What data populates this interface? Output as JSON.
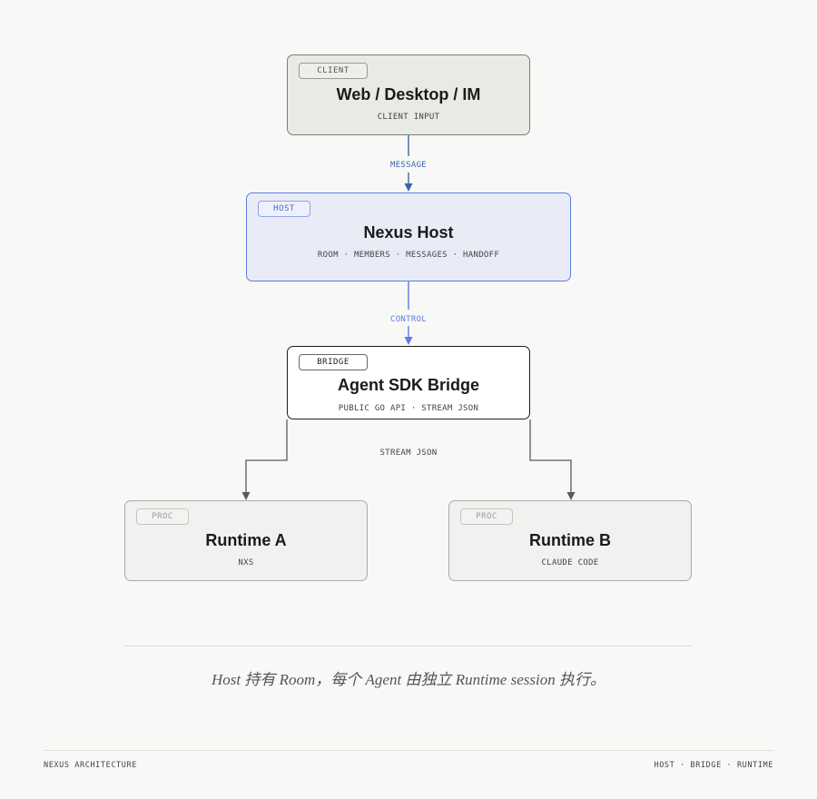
{
  "nodes": {
    "client": {
      "tag": "CLIENT",
      "title": "Web / Desktop / IM",
      "sub": "CLIENT INPUT"
    },
    "host": {
      "tag": "HOST",
      "title": "Nexus Host",
      "sub": "ROOM · MEMBERS · MESSAGES · HANDOFF"
    },
    "bridge": {
      "tag": "BRIDGE",
      "title": "Agent SDK Bridge",
      "sub": "PUBLIC GO API · STREAM JSON"
    },
    "runtime_a": {
      "tag": "PROC",
      "title": "Runtime A",
      "sub": "NXS"
    },
    "runtime_b": {
      "tag": "PROC",
      "title": "Runtime B",
      "sub": "CLAUDE CODE"
    }
  },
  "edges": {
    "message": "MESSAGE",
    "control": "CONTROL",
    "stream": "STREAM JSON"
  },
  "colors": {
    "message": "#3b64a8",
    "control": "#5b7ee0",
    "stream": "#5a5a5a"
  },
  "caption": "Host 持有 Room，每个 Agent 由独立 Runtime session 执行。",
  "footer": {
    "left": "NEXUS ARCHITECTURE",
    "right": "HOST · BRIDGE · RUNTIME"
  }
}
